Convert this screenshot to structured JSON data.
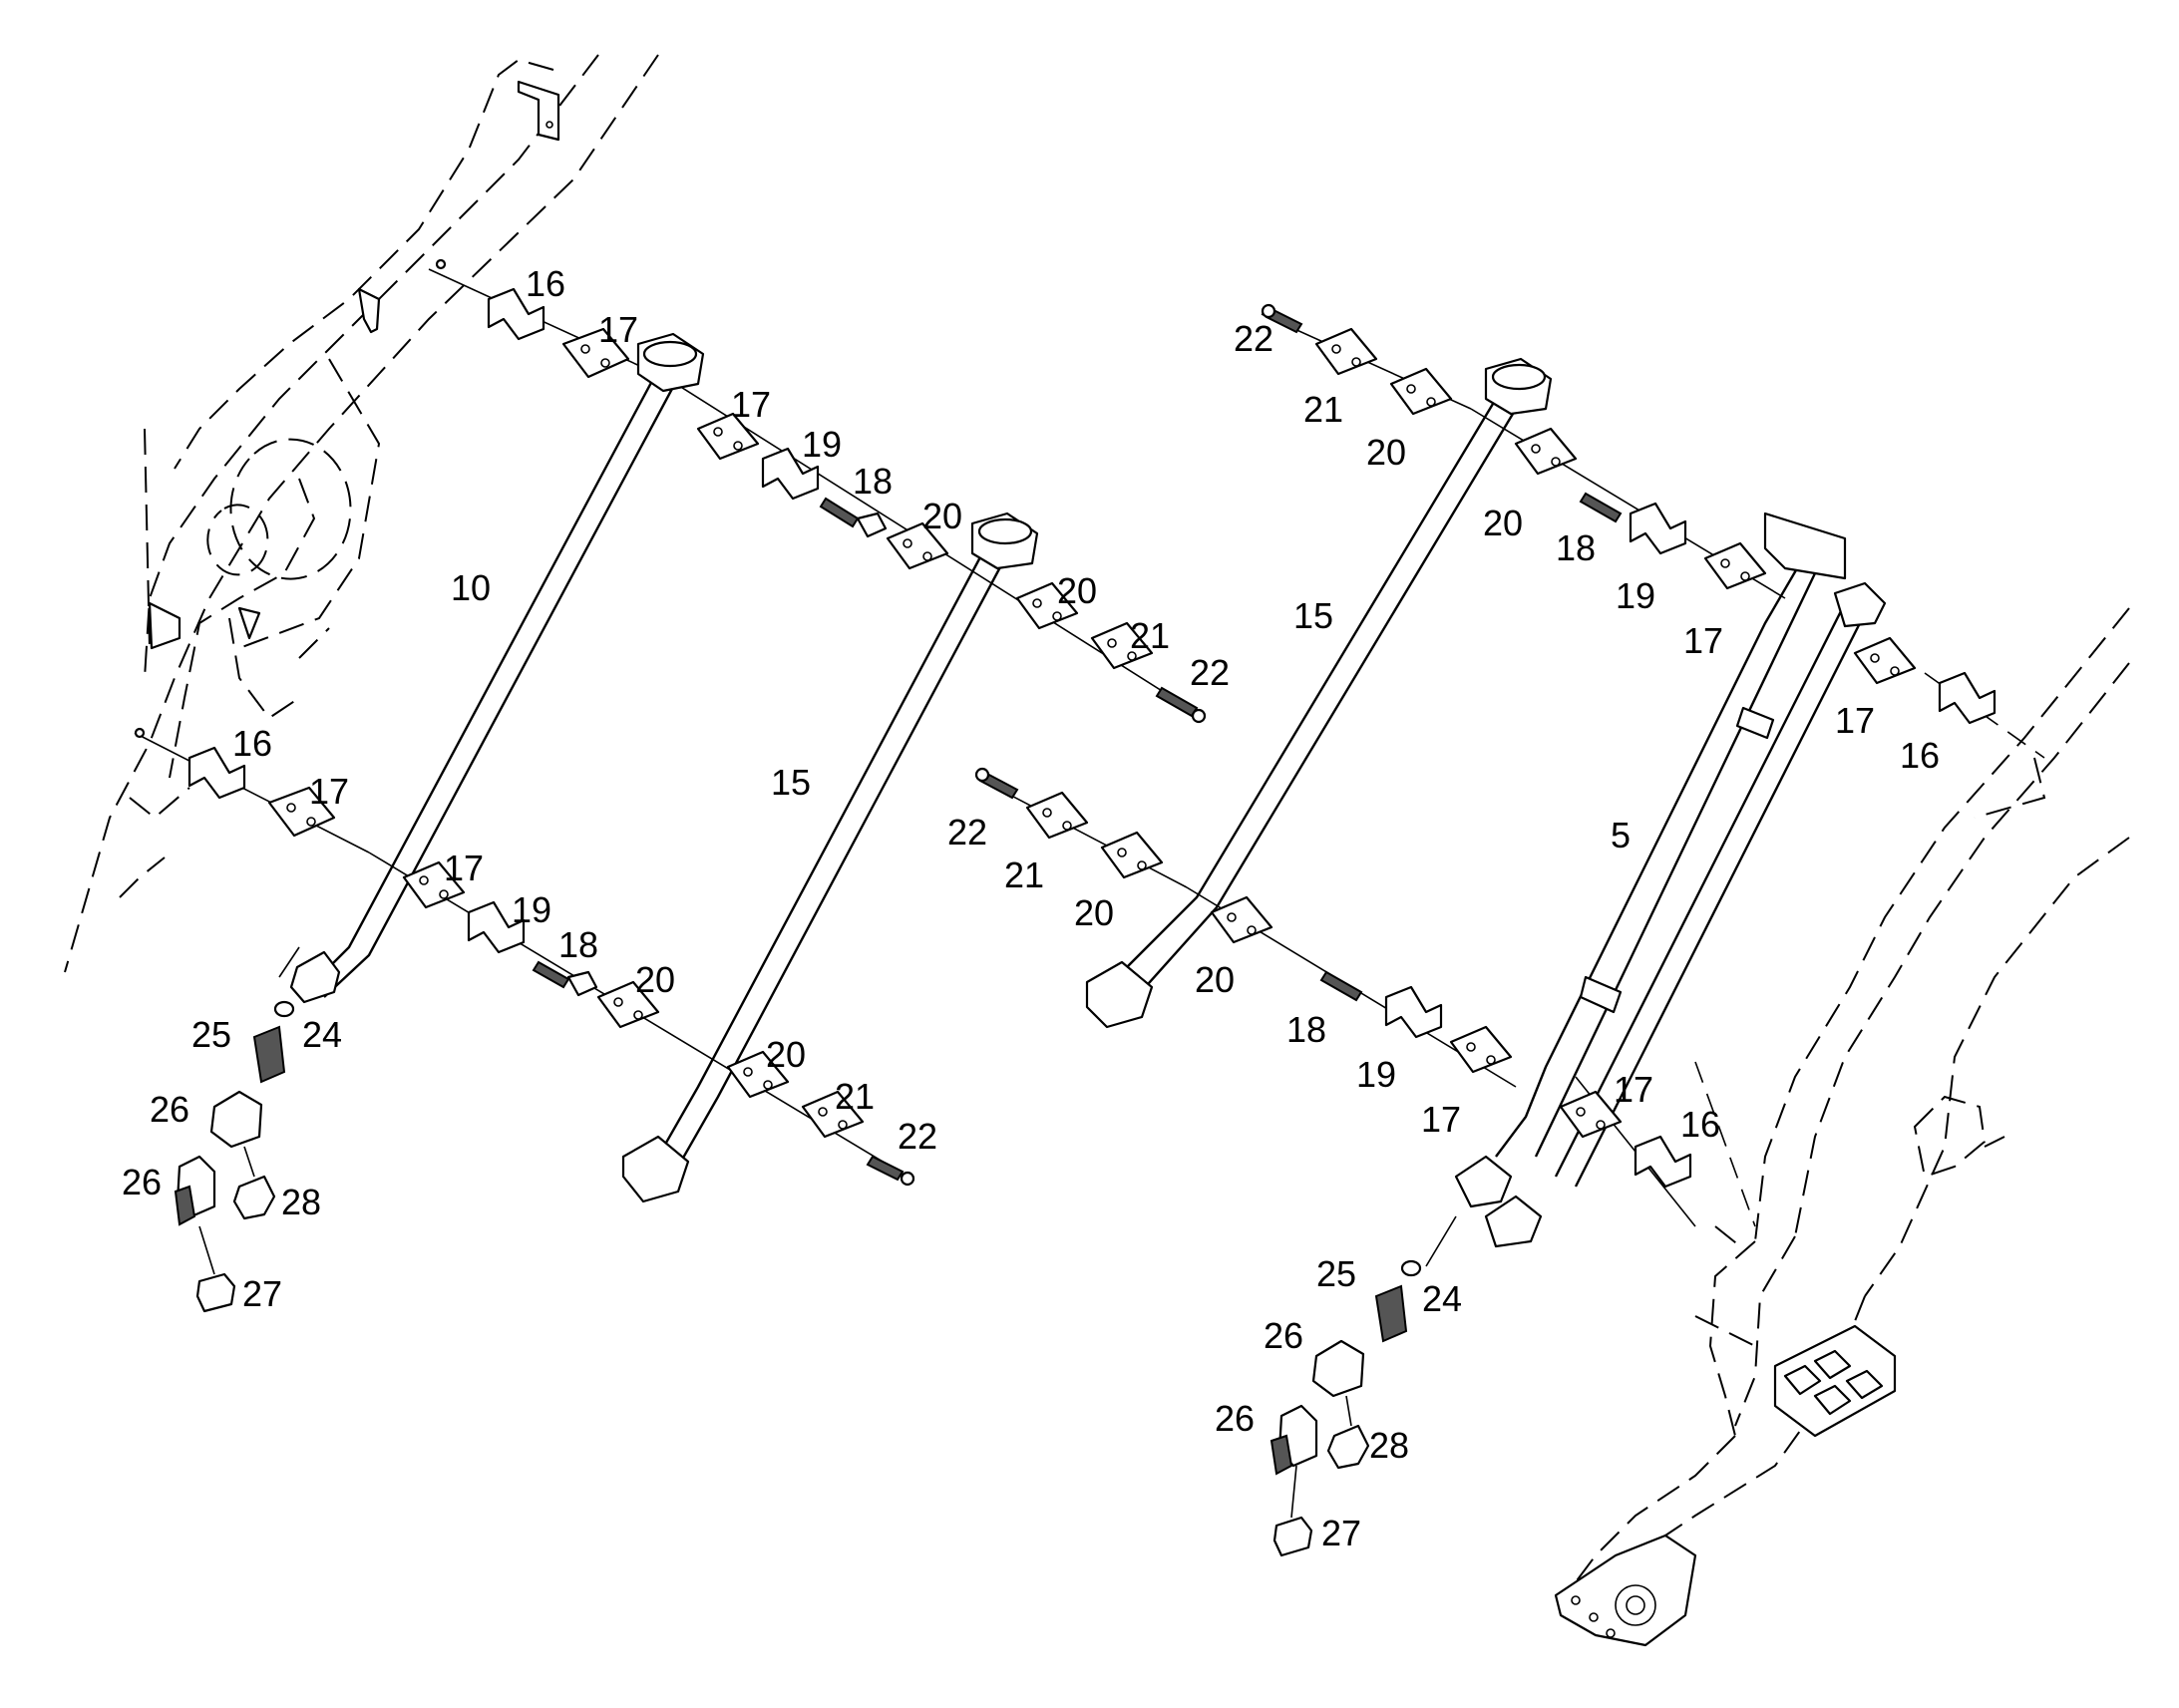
{
  "callouts": [
    {
      "id": "c-left-16-top",
      "text": "16"
    },
    {
      "id": "c-left-17-top",
      "text": "17"
    },
    {
      "id": "c-left-17-mid",
      "text": "17"
    },
    {
      "id": "c-left-19-top",
      "text": "19"
    },
    {
      "id": "c-left-18-top",
      "text": "18"
    },
    {
      "id": "c-left-20-top",
      "text": "20"
    },
    {
      "id": "c-left-10",
      "text": "10"
    },
    {
      "id": "c-left-20-right",
      "text": "20"
    },
    {
      "id": "c-left-21-right",
      "text": "21"
    },
    {
      "id": "c-left-22-right",
      "text": "22"
    },
    {
      "id": "c-left-15",
      "text": "15"
    },
    {
      "id": "c-left-16-low",
      "text": "16"
    },
    {
      "id": "c-left-17-low",
      "text": "17"
    },
    {
      "id": "c-left-17-low2",
      "text": "17"
    },
    {
      "id": "c-left-19-low",
      "text": "19"
    },
    {
      "id": "c-left-18-low",
      "text": "18"
    },
    {
      "id": "c-left-20-low",
      "text": "20"
    },
    {
      "id": "c-left-20-low2",
      "text": "20"
    },
    {
      "id": "c-left-21-low",
      "text": "21"
    },
    {
      "id": "c-left-22-low",
      "text": "22"
    },
    {
      "id": "c-left-25",
      "text": "25"
    },
    {
      "id": "c-left-24",
      "text": "24"
    },
    {
      "id": "c-left-26a",
      "text": "26"
    },
    {
      "id": "c-left-26b",
      "text": "26"
    },
    {
      "id": "c-left-28",
      "text": "28"
    },
    {
      "id": "c-left-27",
      "text": "27"
    },
    {
      "id": "c-right-22-top",
      "text": "22"
    },
    {
      "id": "c-right-21-top",
      "text": "21"
    },
    {
      "id": "c-right-20-top",
      "text": "20"
    },
    {
      "id": "c-right-20-mid",
      "text": "20"
    },
    {
      "id": "c-right-18-top",
      "text": "18"
    },
    {
      "id": "c-right-19-top",
      "text": "19"
    },
    {
      "id": "c-right-17-top",
      "text": "17"
    },
    {
      "id": "c-right-15",
      "text": "15"
    },
    {
      "id": "c-right-17-edge",
      "text": "17"
    },
    {
      "id": "c-right-16-edge",
      "text": "16"
    },
    {
      "id": "c-right-5",
      "text": "5"
    },
    {
      "id": "c-right-22-mid",
      "text": "22"
    },
    {
      "id": "c-right-21-mid",
      "text": "21"
    },
    {
      "id": "c-right-20-mid2",
      "text": "20"
    },
    {
      "id": "c-right-20-low",
      "text": "20"
    },
    {
      "id": "c-right-18-low",
      "text": "18"
    },
    {
      "id": "c-right-19-low",
      "text": "19"
    },
    {
      "id": "c-right-17-low",
      "text": "17"
    },
    {
      "id": "c-right-17-low2",
      "text": "17"
    },
    {
      "id": "c-right-16-low",
      "text": "16"
    },
    {
      "id": "c-right-25",
      "text": "25"
    },
    {
      "id": "c-right-24",
      "text": "24"
    },
    {
      "id": "c-right-26a",
      "text": "26"
    },
    {
      "id": "c-right-26b",
      "text": "26"
    },
    {
      "id": "c-right-28",
      "text": "28"
    },
    {
      "id": "c-right-27",
      "text": "27"
    }
  ]
}
